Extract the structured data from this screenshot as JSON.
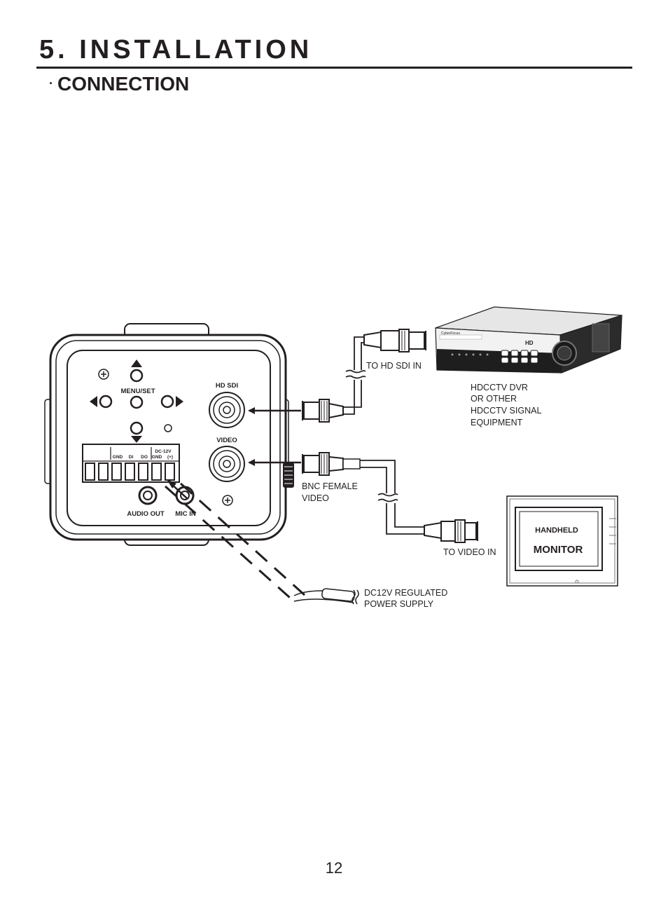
{
  "header": {
    "title": "5. INSTALLATION",
    "section_bullet": "·",
    "section": "CONNECTION"
  },
  "camera_panel": {
    "menu_set": "MENU/SET",
    "hd_sdi": "HD SDI",
    "video": "VIDEO",
    "terminal": {
      "gnd": "GND",
      "di": "DI",
      "do": "DO",
      "dc12v": "DC-12V",
      "dc_gnd": "GND",
      "plus": "(+)"
    },
    "audio_out": "AUDIO OUT",
    "mic_in": "MIC IN"
  },
  "labels": {
    "to_hd_sdi_in": "TO HD SDI IN",
    "dvr": [
      "HDCCTV DVR",
      "OR OTHER",
      "HDCCTV SIGNAL",
      "EQUIPMENT"
    ],
    "bnc_female": [
      "BNC FEMALE",
      "VIDEO"
    ],
    "to_video_in": "TO VIDEO IN",
    "power_supply": [
      "DC12V REGULATED",
      "POWER SUPPLY"
    ]
  },
  "dvr_device": {
    "brand": "CyberFocus",
    "model": "HD"
  },
  "monitor_device": {
    "line1": "HANDHELD",
    "line2": "MONITOR"
  },
  "page_number": "12"
}
